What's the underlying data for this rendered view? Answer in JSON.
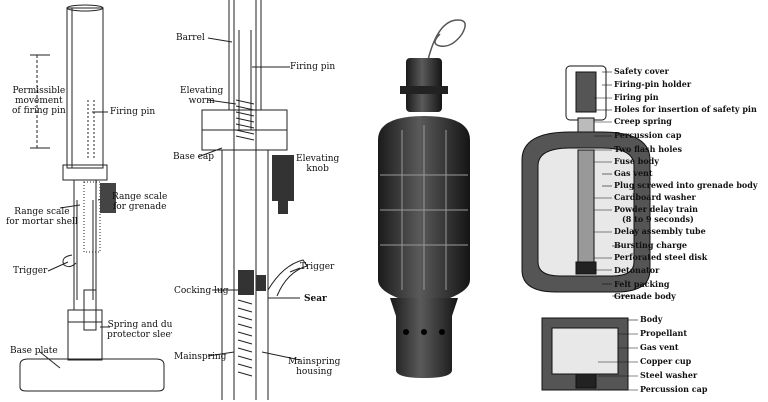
{
  "panel_left": {
    "labels": {
      "permissible": [
        "Permissible",
        "movement",
        "of firing pin"
      ],
      "firing_pin": "Firing pin",
      "range_mortar": [
        "Range scale",
        "for mortar shell"
      ],
      "range_grenade": [
        "Range scale",
        "for grenade"
      ],
      "trigger": "Trigger",
      "spring": [
        "Spring and dust",
        "protector sleeve"
      ],
      "base_plate": "Base plate"
    }
  },
  "panel_mid": {
    "labels": {
      "barrel": "Barrel",
      "firing_pin": "Firing pin",
      "elevating_worm": [
        "Elevating",
        "worm"
      ],
      "base_cap": "Base cap",
      "elevating_knob": [
        "Elevating",
        "knob"
      ],
      "trigger": "Trigger",
      "cocking_lug": "Cocking lug",
      "sear": "Sear",
      "mainspring": "Mainspring",
      "mainspring_housing": [
        "Mainspring",
        "housing"
      ]
    }
  },
  "panel_right": {
    "grenade_labels": [
      "Safety cover",
      "Firing-pin holder",
      "Firing pin",
      "Holes for insertion of safety pin",
      "Creep spring",
      "Percussion cap",
      "Two flash holes",
      "Fuse body",
      "Gas vent",
      "Plug screwed into grenade body",
      "Cardboard washer",
      "Powder delay train",
      "(8 to 9 seconds)",
      "Delay assembly tube",
      "Bursting charge",
      "Perforated steel disk",
      "Detonator",
      "Felt packing",
      "Grenade body"
    ],
    "propellant_labels": [
      "Body",
      "Propellant",
      "Gas vent",
      "Copper cup",
      "Steel washer",
      "Percussion cap"
    ]
  }
}
